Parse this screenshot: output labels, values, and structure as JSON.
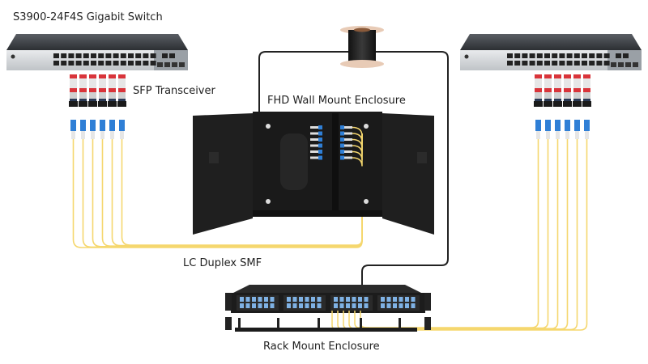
{
  "labels": {
    "switch_left": "S3900-24F4S Gigabit Switch",
    "sfp": "SFP Transceiver",
    "wall_enclosure": "FHD Wall Mount Enclosure",
    "cable": "LC Duplex SMF",
    "rack_enclosure": "Rack Mount Enclosure"
  },
  "counts": {
    "sfp_per_switch": 6,
    "switch_rj45_ports_per_row": 12,
    "rack_cassettes": 4
  },
  "colors": {
    "fiber": "#f5d76e",
    "trunk_cable": "#222222",
    "lc_connector": "#2f7fd6",
    "sfp_pull_tab": "#d9343a",
    "enclosure_black": "#1c1c1c",
    "switch_body": "#3a3d42",
    "switch_front": "#d8dbde"
  }
}
